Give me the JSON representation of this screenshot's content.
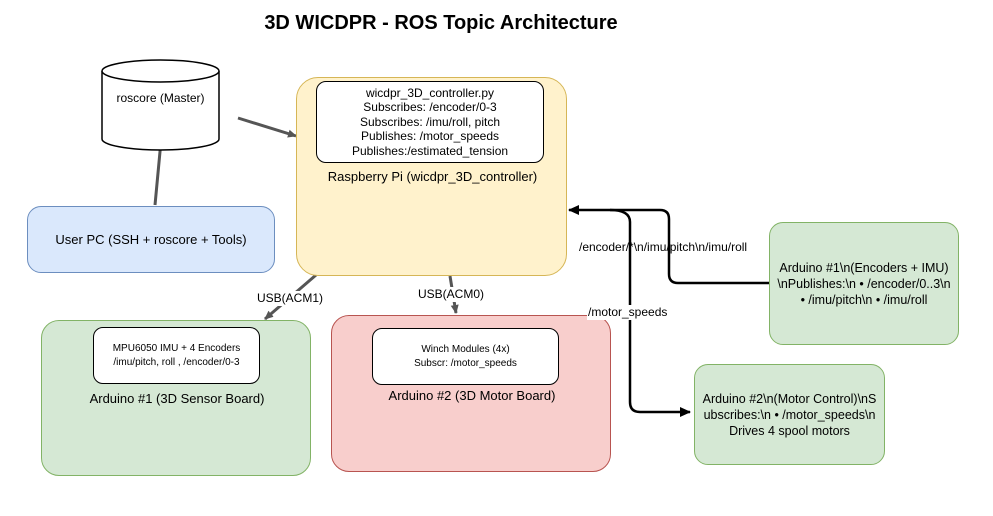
{
  "title": "3D WICDPR - ROS Topic Architecture",
  "nodes": {
    "roscore": {
      "label": "roscore (Master)"
    },
    "user_pc": {
      "label": "User PC (SSH + roscore + Tools)"
    },
    "raspberry_pi": {
      "label": "Raspberry Pi (wicdpr_3D_controller)",
      "script_lines": [
        "wicdpr_3D_controller.py",
        "Subscribes: /encoder/0-3",
        "Subscribes: /imu/roll, pitch",
        "Publishes: /motor_speeds",
        "Publishes:/estimated_tension"
      ]
    },
    "sensor_board": {
      "label": "Arduino #1 (3D Sensor Board)",
      "inner_lines": [
        "MPU6050 IMU + 4 Encoders",
        "/imu/pitch, roll , /encoder/0-3"
      ]
    },
    "motor_board": {
      "label": "Arduino #2 (3D Motor Board)",
      "inner_lines": [
        "Winch Modules (4x)",
        "Subscr: /motor_speeds"
      ]
    },
    "arduino1_right": {
      "label": "Arduino #1\\n(Encoders + IMU)\\nPublishes:\\n • /encoder/0..3\\n • /imu/pitch\\n • /imu/roll"
    },
    "arduino2_right": {
      "label": "Arduino #2\\n(Motor Control)\\nSubscribes:\\n • /motor_speeds\\nDrives 4 spool motors"
    }
  },
  "edges": {
    "usb_acm1": "USB(ACM1)",
    "usb_acm0": "USB(ACM0)",
    "encoder_topic": "/encoder/*\\n/imu/pitch\\n/imu/roll",
    "motor_topic": "/motor_speeds"
  },
  "colors": {
    "yellow_fill": "#fff2cc",
    "yellow_stroke": "#d6b656",
    "blue_fill": "#dae8fc",
    "blue_stroke": "#6c8ebf",
    "green_fill": "#d5e8d4",
    "green_stroke": "#82b366",
    "red_fill": "#f8cecc",
    "red_stroke": "#b85450",
    "edge_gray": "#555555",
    "edge_black": "#000000"
  }
}
